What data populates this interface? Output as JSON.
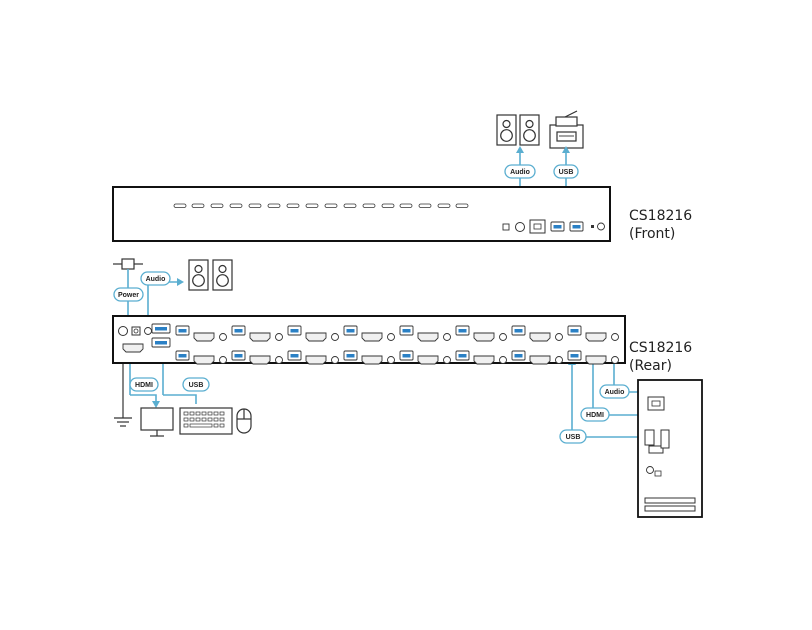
{
  "device_front": {
    "model": "CS18216",
    "view": "(Front)"
  },
  "device_rear": {
    "model": "CS18216",
    "view": "(Rear)"
  },
  "labels": {
    "front_audio": "Audio",
    "front_usb": "USB",
    "power": "Power",
    "rear_audio": "Audio",
    "rear_hdmi": "HDMI",
    "rear_usb": "USB",
    "pc_audio": "Audio",
    "pc_hdmi": "HDMI",
    "pc_usb": "USB"
  },
  "icons": [
    "speaker-icon",
    "printer-icon",
    "power-adapter-icon",
    "ground-icon",
    "monitor-icon",
    "keyboard-icon",
    "mouse-icon",
    "computer-tower-icon"
  ],
  "colors": {
    "cable": "#5aaed0",
    "outline": "#222222",
    "usb_port": "#2a80c5",
    "port_gray": "#f0f0f0"
  },
  "port_groups": 8
}
